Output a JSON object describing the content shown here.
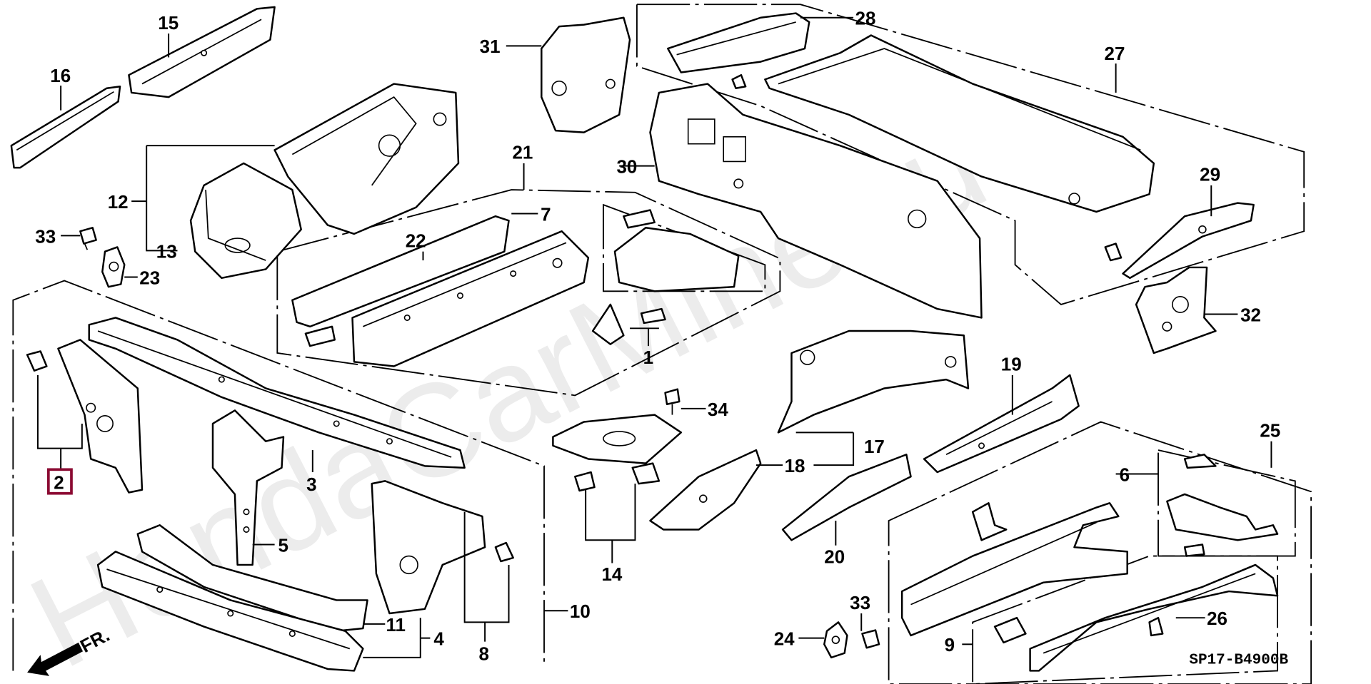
{
  "diagram": {
    "code": "SP17-B4900B",
    "direction_label": "FR.",
    "watermark": "HondaCarMine.ru",
    "highlight_color": "#8b0a32",
    "highlighted_part": "2",
    "labels": [
      "1",
      "2",
      "3",
      "4",
      "5",
      "6",
      "7",
      "8",
      "9",
      "10",
      "11",
      "12",
      "13",
      "14",
      "15",
      "16",
      "17",
      "18",
      "19",
      "20",
      "21",
      "22",
      "23",
      "24",
      "25",
      "26",
      "27",
      "28",
      "29",
      "30",
      "31",
      "32",
      "33",
      "33",
      "34"
    ]
  }
}
